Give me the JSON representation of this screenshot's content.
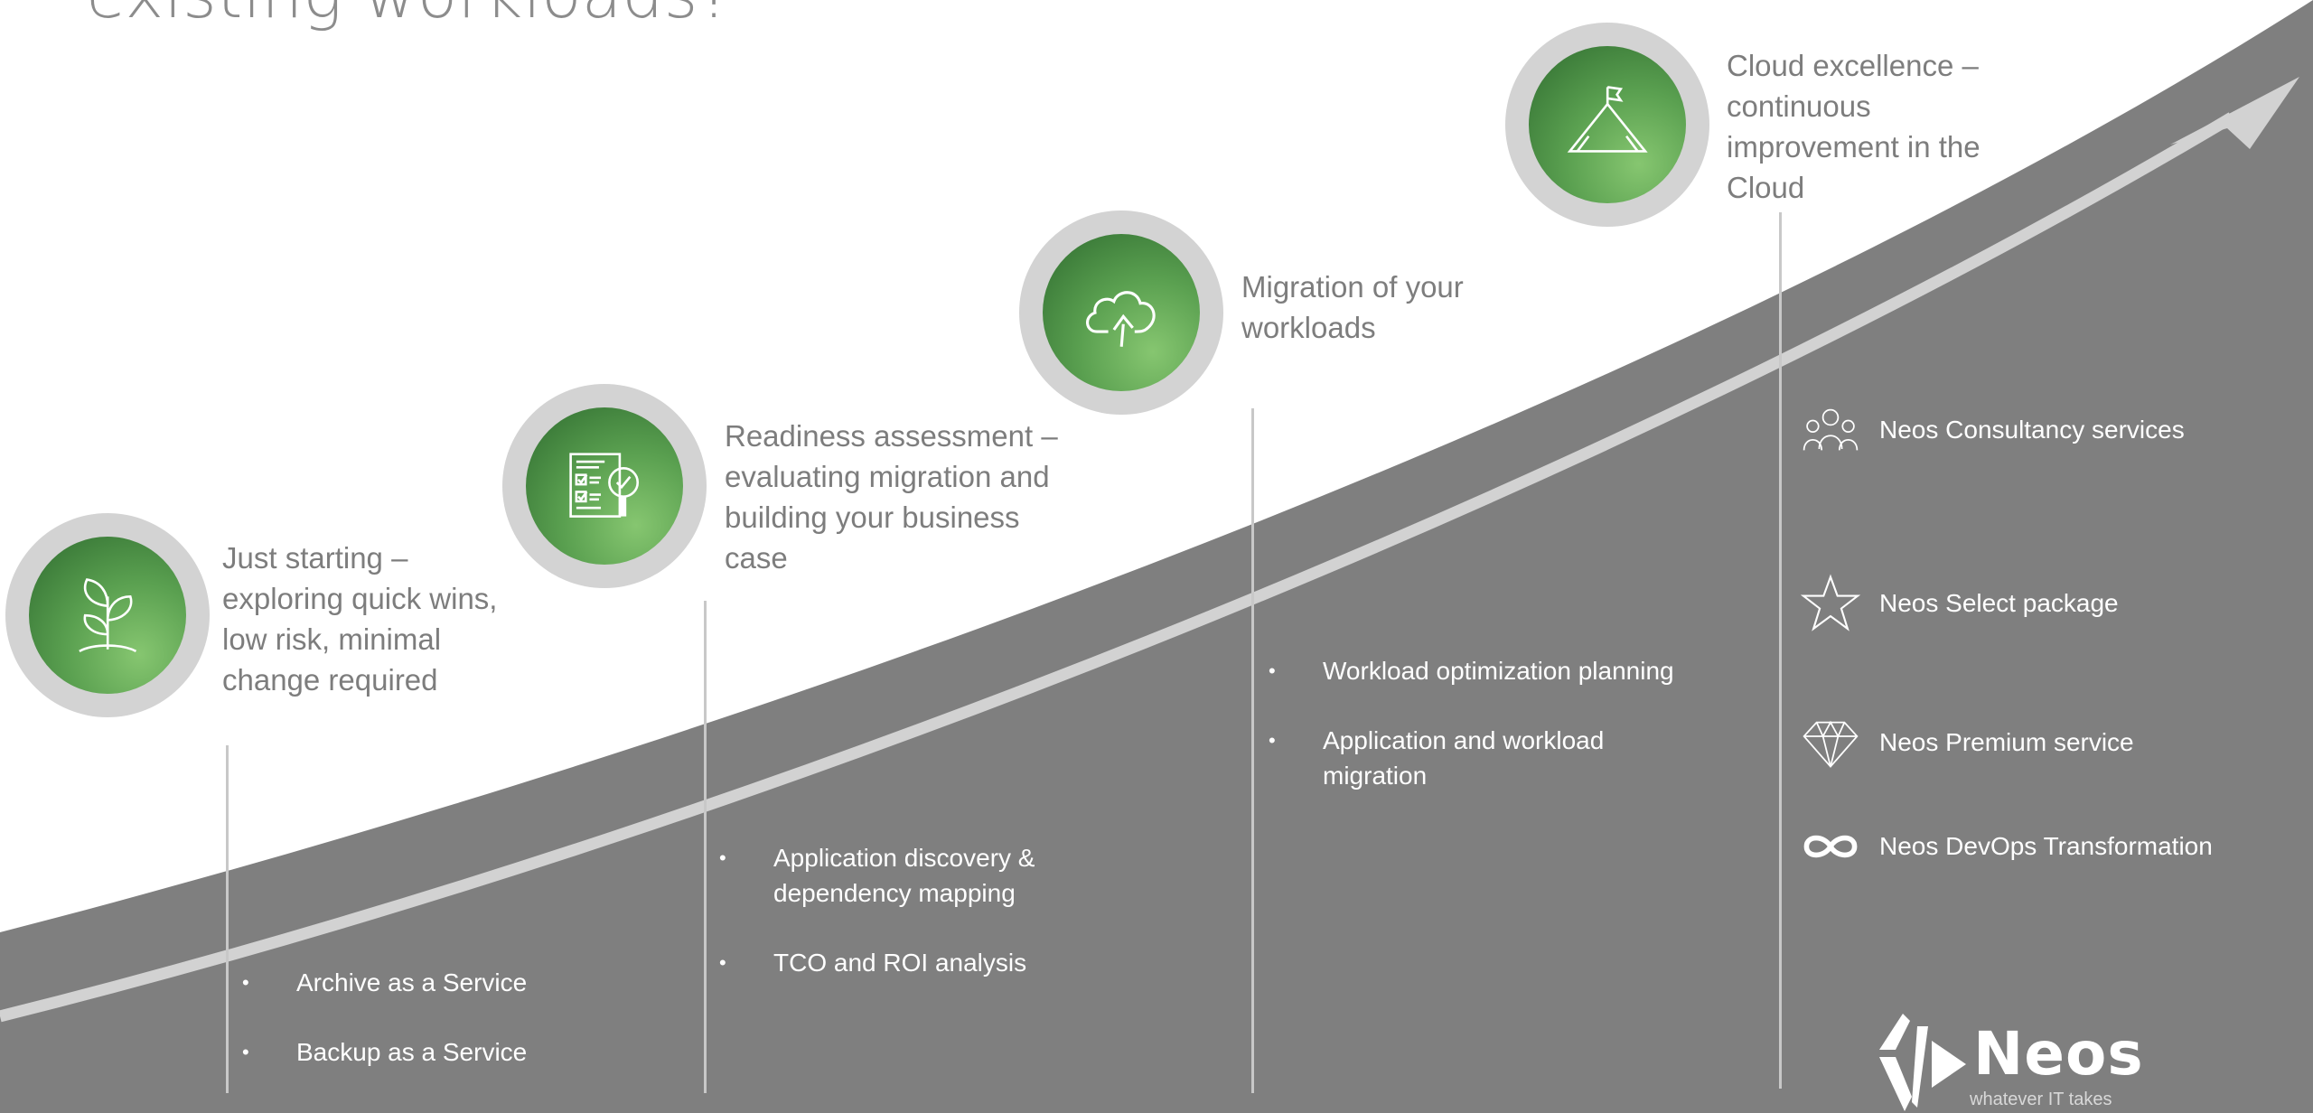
{
  "title": "existing workloads?",
  "colors": {
    "ribbon": "#7f7f7f",
    "arrow": "#d2d2d2",
    "circle_ring": "#d3d3d3",
    "circle_green": "#4e9446"
  },
  "stages": [
    {
      "title": "Just starting – exploring quick wins, low risk, minimal change required",
      "icon": "sprout-icon",
      "bullets": [
        "Archive as a Service",
        "Backup as a Service"
      ]
    },
    {
      "title": "Readiness assessment – evaluating migration and building your business case",
      "icon": "checklist-magnifier-icon",
      "bullets": [
        "Application discovery & dependency mapping",
        "TCO and ROI analysis"
      ]
    },
    {
      "title": "Migration of your workloads",
      "icon": "cloud-upload-icon",
      "bullets": [
        "Workload optimization planning",
        "Application and workload migration"
      ]
    },
    {
      "title": "Cloud excellence – continuous improvement in the Cloud",
      "icon": "mountain-flag-icon",
      "bullets": []
    }
  ],
  "services": [
    {
      "label": "Neos Consultancy services",
      "icon": "people-group-icon"
    },
    {
      "label": "Neos Select package",
      "icon": "star-icon"
    },
    {
      "label": "Neos Premium service",
      "icon": "diamond-icon"
    },
    {
      "label": "Neos DevOps Transformation",
      "icon": "infinity-icon"
    }
  ],
  "logo": {
    "word": "Neos",
    "tagline": "whatever IT takes"
  }
}
